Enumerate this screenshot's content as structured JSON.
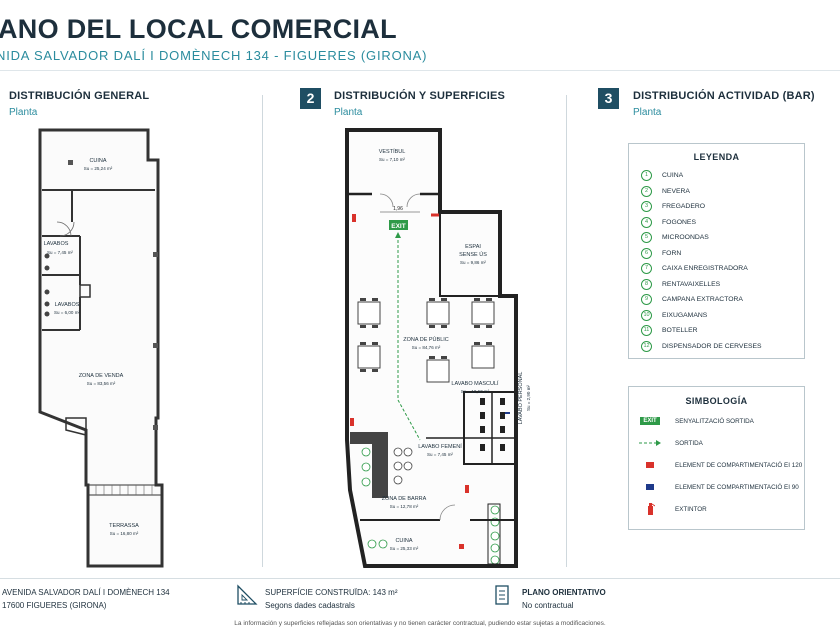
{
  "header": {
    "title": "ANO DEL LOCAL COMERCIAL",
    "subtitle": "NIDA SALVADOR DALÍ I DOMÈNECH 134 - FIGUERES (GIRONA)"
  },
  "sections": [
    {
      "num": "",
      "title": "DISTRIBUCIÓN GENERAL",
      "sub": "Planta"
    },
    {
      "num": "2",
      "title": "DISTRIBUCIÓN Y SUPERFICIES",
      "sub": "Planta"
    },
    {
      "num": "3",
      "title": "DISTRIBUCIÓN ACTIVIDAD (BAR)",
      "sub": "Planta"
    }
  ],
  "plan1": {
    "cuina": "CUINA",
    "cuina_area": "Su = 25,24 m²",
    "lavabos1": "LAVABOS",
    "lavabos1_area": "Su = 7,45 m²",
    "lavabos2": "LAVABOS",
    "lavabos2_area": "Su = 6,00 m²",
    "venda": "ZONA DE VENDA",
    "venda_area": "Su = 83,56 m²",
    "terrassa": "TERRASSA",
    "terrassa_area": "Su = 16,80 m²"
  },
  "plan2": {
    "vestibul": "VESTÍBUL",
    "vestibul_area": "Su = 7,10 m²",
    "dim": "1,96",
    "exit": "EXIT",
    "espai": "ESPAI",
    "espai2": "SENSE ÚS",
    "espai_area": "Su = 9,86 m²",
    "public": "ZONA DE PÚBLIC",
    "public_area": "Su = 84,76 m²",
    "masculi": "LAVABO MASCULÍ",
    "masculi_area": "Su = 10,60 m²",
    "femeni": "LAVABO FEMENÍ",
    "femeni_area": "Su = 7,45 m²",
    "personal": "LAVABO PERSONAL",
    "personal_area": "Su = 2,90 m²",
    "barra": "ZONA DE BARRA",
    "barra_area": "Su = 12,78 m²",
    "cuina": "CUINA",
    "cuina_area": "Su = 25,33 m²"
  },
  "legend": {
    "title": "LEYENDA",
    "items": [
      {
        "n": "1",
        "label": "CUINA"
      },
      {
        "n": "2",
        "label": "NEVERA"
      },
      {
        "n": "3",
        "label": "FREGADERO"
      },
      {
        "n": "4",
        "label": "FOGONES"
      },
      {
        "n": "5",
        "label": "MICROONDAS"
      },
      {
        "n": "6",
        "label": "FORN"
      },
      {
        "n": "7",
        "label": "CAIXA ENREGISTRADORA"
      },
      {
        "n": "8",
        "label": "RENTAVAIXELLES"
      },
      {
        "n": "9",
        "label": "CAMPANA EXTRACTORA"
      },
      {
        "n": "10",
        "label": "EIXUGAMANS"
      },
      {
        "n": "11",
        "label": "BOTELLER"
      },
      {
        "n": "12",
        "label": "DISPENSADOR DE CERVESES"
      }
    ]
  },
  "symbology": {
    "title": "SIMBOLOGÍA",
    "exit_icon": "EXIT",
    "items": [
      "SENYALITZACIÓ SORTIDA",
      "SORTIDA",
      "ELEMENT DE COMPARTIMENTACIÓ EI 120",
      "ELEMENT DE COMPARTIMENTACIÓ EI 90",
      "EXTINTOR"
    ]
  },
  "footer": {
    "addr1": "AVENIDA SALVADOR DALÍ I DOMÈNECH 134",
    "addr2": "17600 FIGUERES (GIRONA)",
    "sup_label": "SUPERFÍCIE CONSTRUÏDA:",
    "sup_value": "143 m²",
    "sup_note": "Segons dades cadastrals",
    "plano_label": "PLANO ORIENTATIVO",
    "plano_note": "No contractual",
    "disclaimer": "La información y superficies reflejadas son orientativas y no tienen carácter contractual, pudiendo estar sujetas a modificaciones."
  },
  "colors": {
    "navy": "#1f4e63",
    "teal": "#2b8c9e",
    "green": "#2e9a48",
    "red": "#d9322b",
    "blue": "#1e3a8a"
  }
}
